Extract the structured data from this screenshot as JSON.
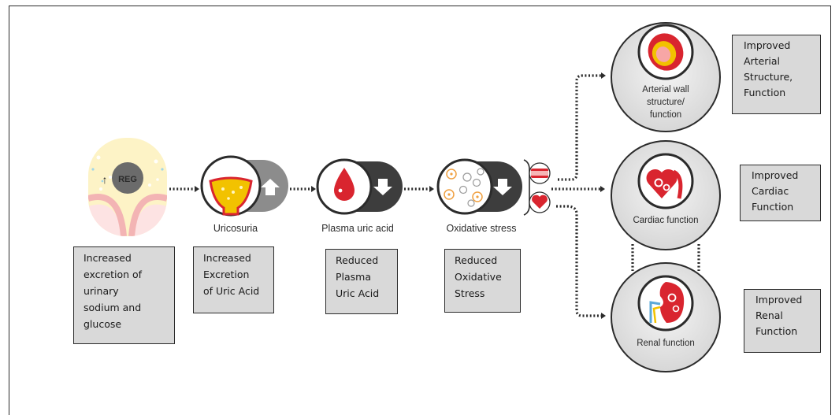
{
  "icons": {
    "reg_badge": "REG",
    "reg_arrow": "↑"
  },
  "steps": [
    {
      "label": "Uricosuria",
      "outcome": "Increased\nExcretion\nof Uric Acid"
    },
    {
      "label": "Plasma uric acid",
      "outcome": "Reduced\nPlasma\nUric Acid"
    },
    {
      "label": "Oxidative stress",
      "outcome": "Reduced\nOxidative\nStress"
    }
  ],
  "start_outcome": "Increased\nexcretion of\nurinary\nsodium and\nglucose",
  "organs": [
    {
      "label_lines": [
        "Arterial wall",
        "structure/",
        "function"
      ],
      "outcome": "Improved\nArterial\nStructure,\nFunction"
    },
    {
      "label_lines": [
        "Cardiac function"
      ],
      "outcome": "Improved\nCardiac\nFunction"
    },
    {
      "label_lines": [
        "Renal function"
      ],
      "outcome": "Improved\nRenal\nFunction"
    }
  ],
  "colors": {
    "accent_red": "#d9252f",
    "urine_yellow": "#f2c200",
    "pale_yellow": "#fdf3c6",
    "dark_gray": "#4d4d4d",
    "mid_gray": "#8c8c8c",
    "circle_fill": "#e6e6e6",
    "box_fill": "#d9d9d9",
    "orange": "#f0a040"
  }
}
